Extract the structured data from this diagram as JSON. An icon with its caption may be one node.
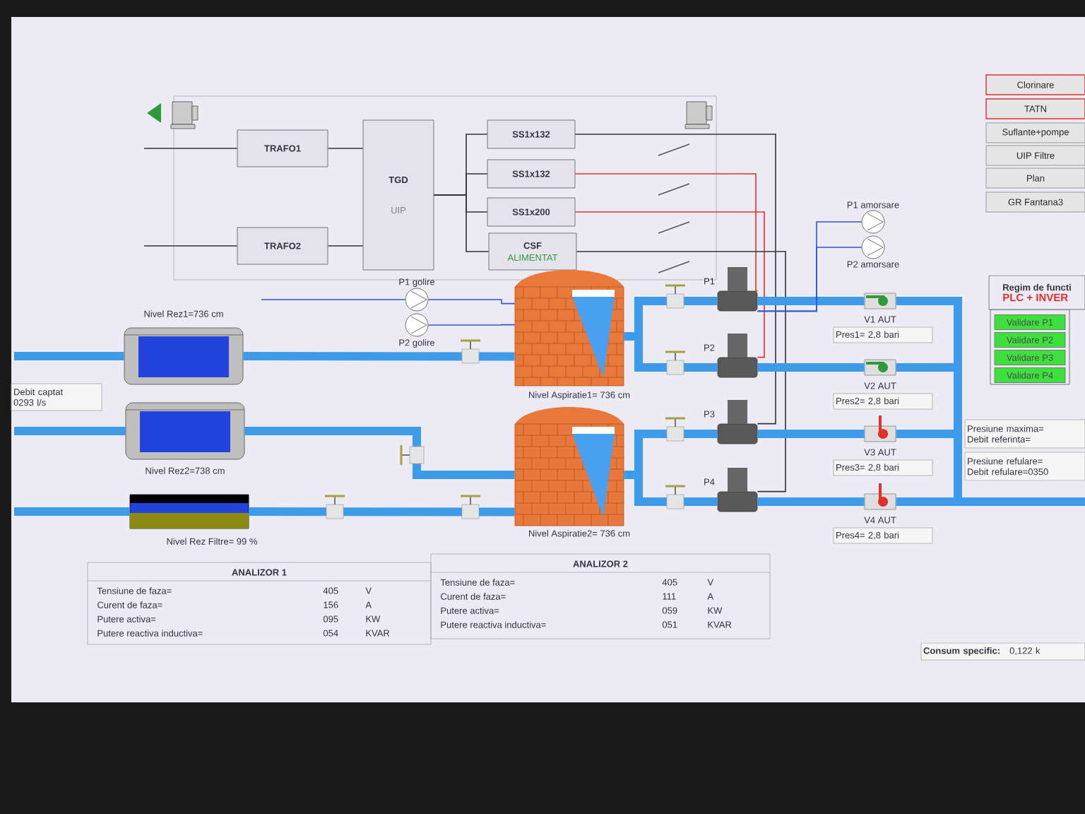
{
  "diagram": {
    "nodes": [
      {
        "text": [
          "TRAFO1"
        ]
      },
      {
        "text": [
          "TRAFO2"
        ]
      },
      {
        "text": [
          "TGD",
          "UIP"
        ]
      },
      {
        "text": [
          "SS1x132"
        ]
      },
      {
        "text": [
          "SS1x132"
        ]
      },
      {
        "text": [
          "SS1x200"
        ]
      },
      {
        "text": [
          "CSF",
          "ALIMENTAT"
        ]
      },
      {
        "text": [
          "Clorinare"
        ]
      },
      {
        "text": [
          "TATN"
        ]
      },
      {
        "text": [
          "Suflante+pompe"
        ]
      },
      {
        "text": [
          "UIP Filtre"
        ]
      },
      {
        "text": [
          "Plan"
        ]
      },
      {
        "text": [
          "GR Fantana3"
        ]
      },
      {
        "text": [
          "Regim de functi",
          "PLC + INVER"
        ]
      },
      {
        "text": [
          "Validare P1"
        ]
      },
      {
        "text": [
          "Validare P2"
        ]
      },
      {
        "text": [
          "Validare P3"
        ]
      },
      {
        "text": [
          "Validare P4"
        ]
      },
      {
        "text": [
          "Debit captat",
          "0293 l/s"
        ]
      },
      {
        "text": [
          "Nivel Rez1=736 cm"
        ]
      },
      {
        "text": [
          "Nivel Rez2=738 cm"
        ]
      },
      {
        "text": [
          "Nivel Rez Filtre= 99 %"
        ]
      },
      {
        "text": [
          "P1 golire"
        ]
      },
      {
        "text": [
          "P2 golire"
        ]
      },
      {
        "text": [
          "Nivel Aspiratie1= 736 cm"
        ]
      },
      {
        "text": [
          "Nivel Aspiratie2= 736 cm"
        ]
      },
      {
        "text": [
          "P1 amorsare"
        ]
      },
      {
        "text": [
          "P2 amorsare"
        ]
      },
      {
        "text": [
          "P1"
        ]
      },
      {
        "text": [
          "P2"
        ]
      },
      {
        "text": [
          "P3"
        ]
      },
      {
        "text": [
          "P4"
        ]
      },
      {
        "text": [
          "V1 AUT"
        ]
      },
      {
        "text": [
          "V2 AUT"
        ]
      },
      {
        "text": [
          "V3 AUT"
        ]
      },
      {
        "text": [
          "V4 AUT"
        ]
      },
      {
        "text": [
          "Pres1= 2,8 bari"
        ]
      },
      {
        "text": [
          "Pres2= 2,8 bari"
        ]
      },
      {
        "text": [
          "Pres3= 2,8 bari"
        ]
      },
      {
        "text": [
          "Pres4= 2,8 bari"
        ]
      },
      {
        "text": [
          "Presiune maxima=",
          "Debit referinta="
        ]
      },
      {
        "text": [
          "Presiune refulare=",
          "Debit refulare=0350"
        ]
      },
      {
        "text": [
          "Consum specific:",
          "0,122 k"
        ]
      },
      {
        "text": [
          "ANALIZOR 1",
          "Tensiune de faza=",
          "405",
          "V",
          "Curent de faza=",
          "156",
          "A",
          "Putere activa=",
          "095",
          "KW",
          "Putere reactiva inductiva=",
          "054",
          "KVAR"
        ]
      },
      {
        "text": [
          "ANALIZOR 2",
          "Tensiune de faza=",
          "405",
          "V",
          "Curent de faza=",
          "111",
          "A",
          "Putere activa=",
          "059",
          "KW",
          "Putere reactiva inductiva=",
          "051",
          "KVAR"
        ]
      }
    ],
    "edges": [
      {
        "from": null,
        "to": 0,
        "arrow": "none",
        "color": "#333333"
      },
      {
        "from": null,
        "to": 1,
        "arrow": "none",
        "color": "#333333"
      },
      {
        "from": 0,
        "to": 2,
        "arrow": "none",
        "color": "#333333"
      },
      {
        "from": 1,
        "to": 2,
        "arrow": "none",
        "color": "#333333"
      },
      {
        "from": 2,
        "to": 3,
        "arrow": "none",
        "color": "#333333"
      },
      {
        "from": 2,
        "to": 4,
        "arrow": "none",
        "color": "#333333"
      },
      {
        "from": 2,
        "to": 5,
        "arrow": "none",
        "color": "#333333"
      },
      {
        "from": 2,
        "to": 6,
        "arrow": "none",
        "color": "#333333"
      },
      {
        "from": 3,
        "to": 30,
        "arrow": "none",
        "color": "#333333"
      },
      {
        "from": 4,
        "to": 28,
        "arrow": "none",
        "color": "#e03030"
      },
      {
        "from": 5,
        "to": 29,
        "arrow": "none",
        "color": "#e03030"
      },
      {
        "from": 6,
        "to": 31,
        "arrow": "none",
        "color": "#333333"
      },
      {
        "from": null,
        "to": 19,
        "arrow": "none",
        "color": "#3d9be9"
      },
      {
        "from": null,
        "to": 20,
        "arrow": "none",
        "color": "#3d9be9"
      },
      {
        "from": null,
        "to": 21,
        "arrow": "none",
        "color": "#3d9be9"
      },
      {
        "from": 19,
        "to": 24,
        "arrow": "none",
        "color": "#3d9be9"
      },
      {
        "from": 20,
        "to": 25,
        "arrow": "none",
        "color": "#3d9be9"
      },
      {
        "from": 21,
        "to": 25,
        "arrow": "none",
        "color": "#3d9be9"
      },
      {
        "from": 24,
        "to": 28,
        "arrow": "none",
        "color": "#3d9be9"
      },
      {
        "from": 24,
        "to": 29,
        "arrow": "none",
        "color": "#3d9be9"
      },
      {
        "from": 25,
        "to": 30,
        "arrow": "none",
        "color": "#3d9be9"
      },
      {
        "from": 25,
        "to": 31,
        "arrow": "none",
        "color": "#3d9be9"
      },
      {
        "from": 28,
        "to": 32,
        "arrow": "none",
        "color": "#3d9be9"
      },
      {
        "from": 29,
        "to": 33,
        "arrow": "none",
        "color": "#3d9be9"
      },
      {
        "from": 30,
        "to": 34,
        "arrow": "none",
        "color": "#3d9be9"
      },
      {
        "from": 31,
        "to": 35,
        "arrow": "none",
        "color": "#3d9be9"
      },
      {
        "from": 32,
        "to": null,
        "arrow": "none",
        "color": "#3d9be9"
      },
      {
        "from": 33,
        "to": null,
        "arrow": "none",
        "color": "#3d9be9"
      },
      {
        "from": 34,
        "to": null,
        "arrow": "none",
        "color": "#3d9be9"
      },
      {
        "from": 35,
        "to": null,
        "arrow": "none",
        "color": "#3d9be9"
      },
      {
        "from": null,
        "to": 22,
        "arrow": "none",
        "color": "#2f55d4"
      },
      {
        "from": 22,
        "to": 24,
        "arrow": "none",
        "color": "#2f55d4"
      },
      {
        "from": 23,
        "to": 24,
        "arrow": "none",
        "color": "#2f55d4"
      },
      {
        "from": 26,
        "to": 28,
        "arrow": "none",
        "color": "#2f55d4"
      },
      {
        "from": 27,
        "to": 28,
        "arrow": "none",
        "color": "#2f55d4"
      }
    ]
  }
}
